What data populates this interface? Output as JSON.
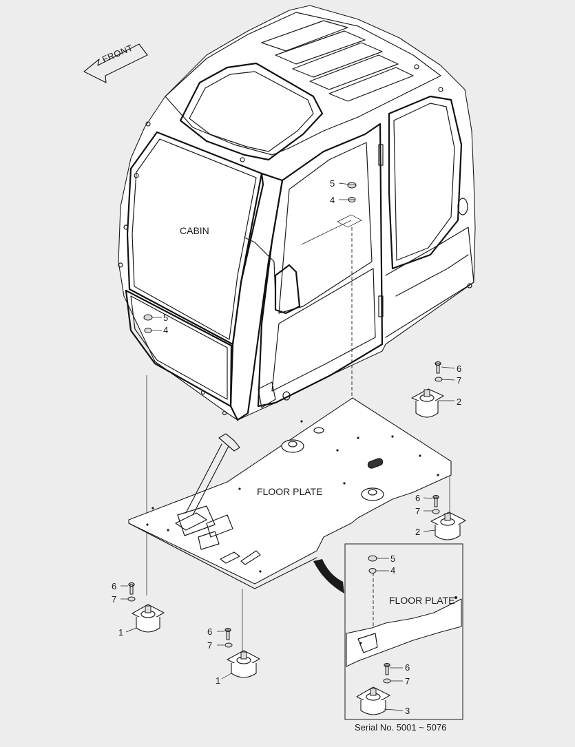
{
  "labels": {
    "front": "FRONT",
    "cabin": "CABIN",
    "floor_plate": "FLOOR PLATE",
    "floor_plate_detail": "FLOOR PLATE",
    "serial": "Serial No. 5001 ~ 5076"
  },
  "callouts": {
    "c5a": "5",
    "c4a": "4",
    "c5b": "5",
    "c4b": "4",
    "c6a": "6",
    "c7a": "7",
    "c2a": "2",
    "c6b": "6",
    "c7b": "7",
    "c2b": "2",
    "c6c": "6",
    "c7c": "7",
    "c1a": "1",
    "c6d": "6",
    "c7d": "7",
    "c1b": "1",
    "c5c": "5",
    "c4c": "4",
    "c6e": "6",
    "c7e": "7",
    "c3a": "3"
  }
}
